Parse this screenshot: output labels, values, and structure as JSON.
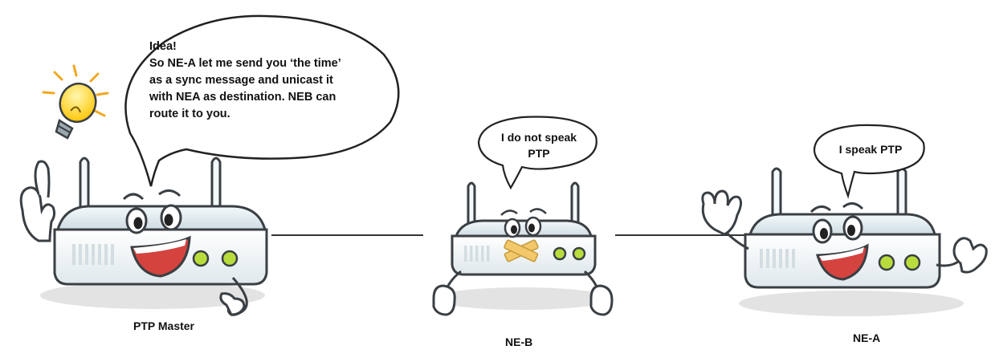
{
  "nodes": [
    {
      "id": "ptp_master",
      "label": "PTP Master",
      "speech": [
        "Idea!",
        "So NE-A let me send you ‘the time’",
        "as a sync message and unicast it",
        "with NEA as destination. NEB can",
        "route it to you."
      ],
      "icon": "lightbulb-icon",
      "expression": "happy, finger raised"
    },
    {
      "id": "ne_b",
      "label": "NE-B",
      "speech": [
        "I do not speak",
        "PTP"
      ],
      "expression": "mouth taped"
    },
    {
      "id": "ne_a",
      "label": "NE-A",
      "speech": [
        "I speak PTP"
      ],
      "expression": "happy, waving"
    }
  ],
  "links": [
    {
      "from": "ptp_master",
      "to": "ne_b"
    },
    {
      "from": "ne_b",
      "to": "ne_a"
    }
  ],
  "colors": {
    "router_body": "#e6f0f4",
    "router_outline": "#3a3f44",
    "led": "#b8dc3c",
    "mouth": "#d5433f",
    "tape": "#f2c86a",
    "bulb": "#ffd21f",
    "link": "#333333"
  }
}
